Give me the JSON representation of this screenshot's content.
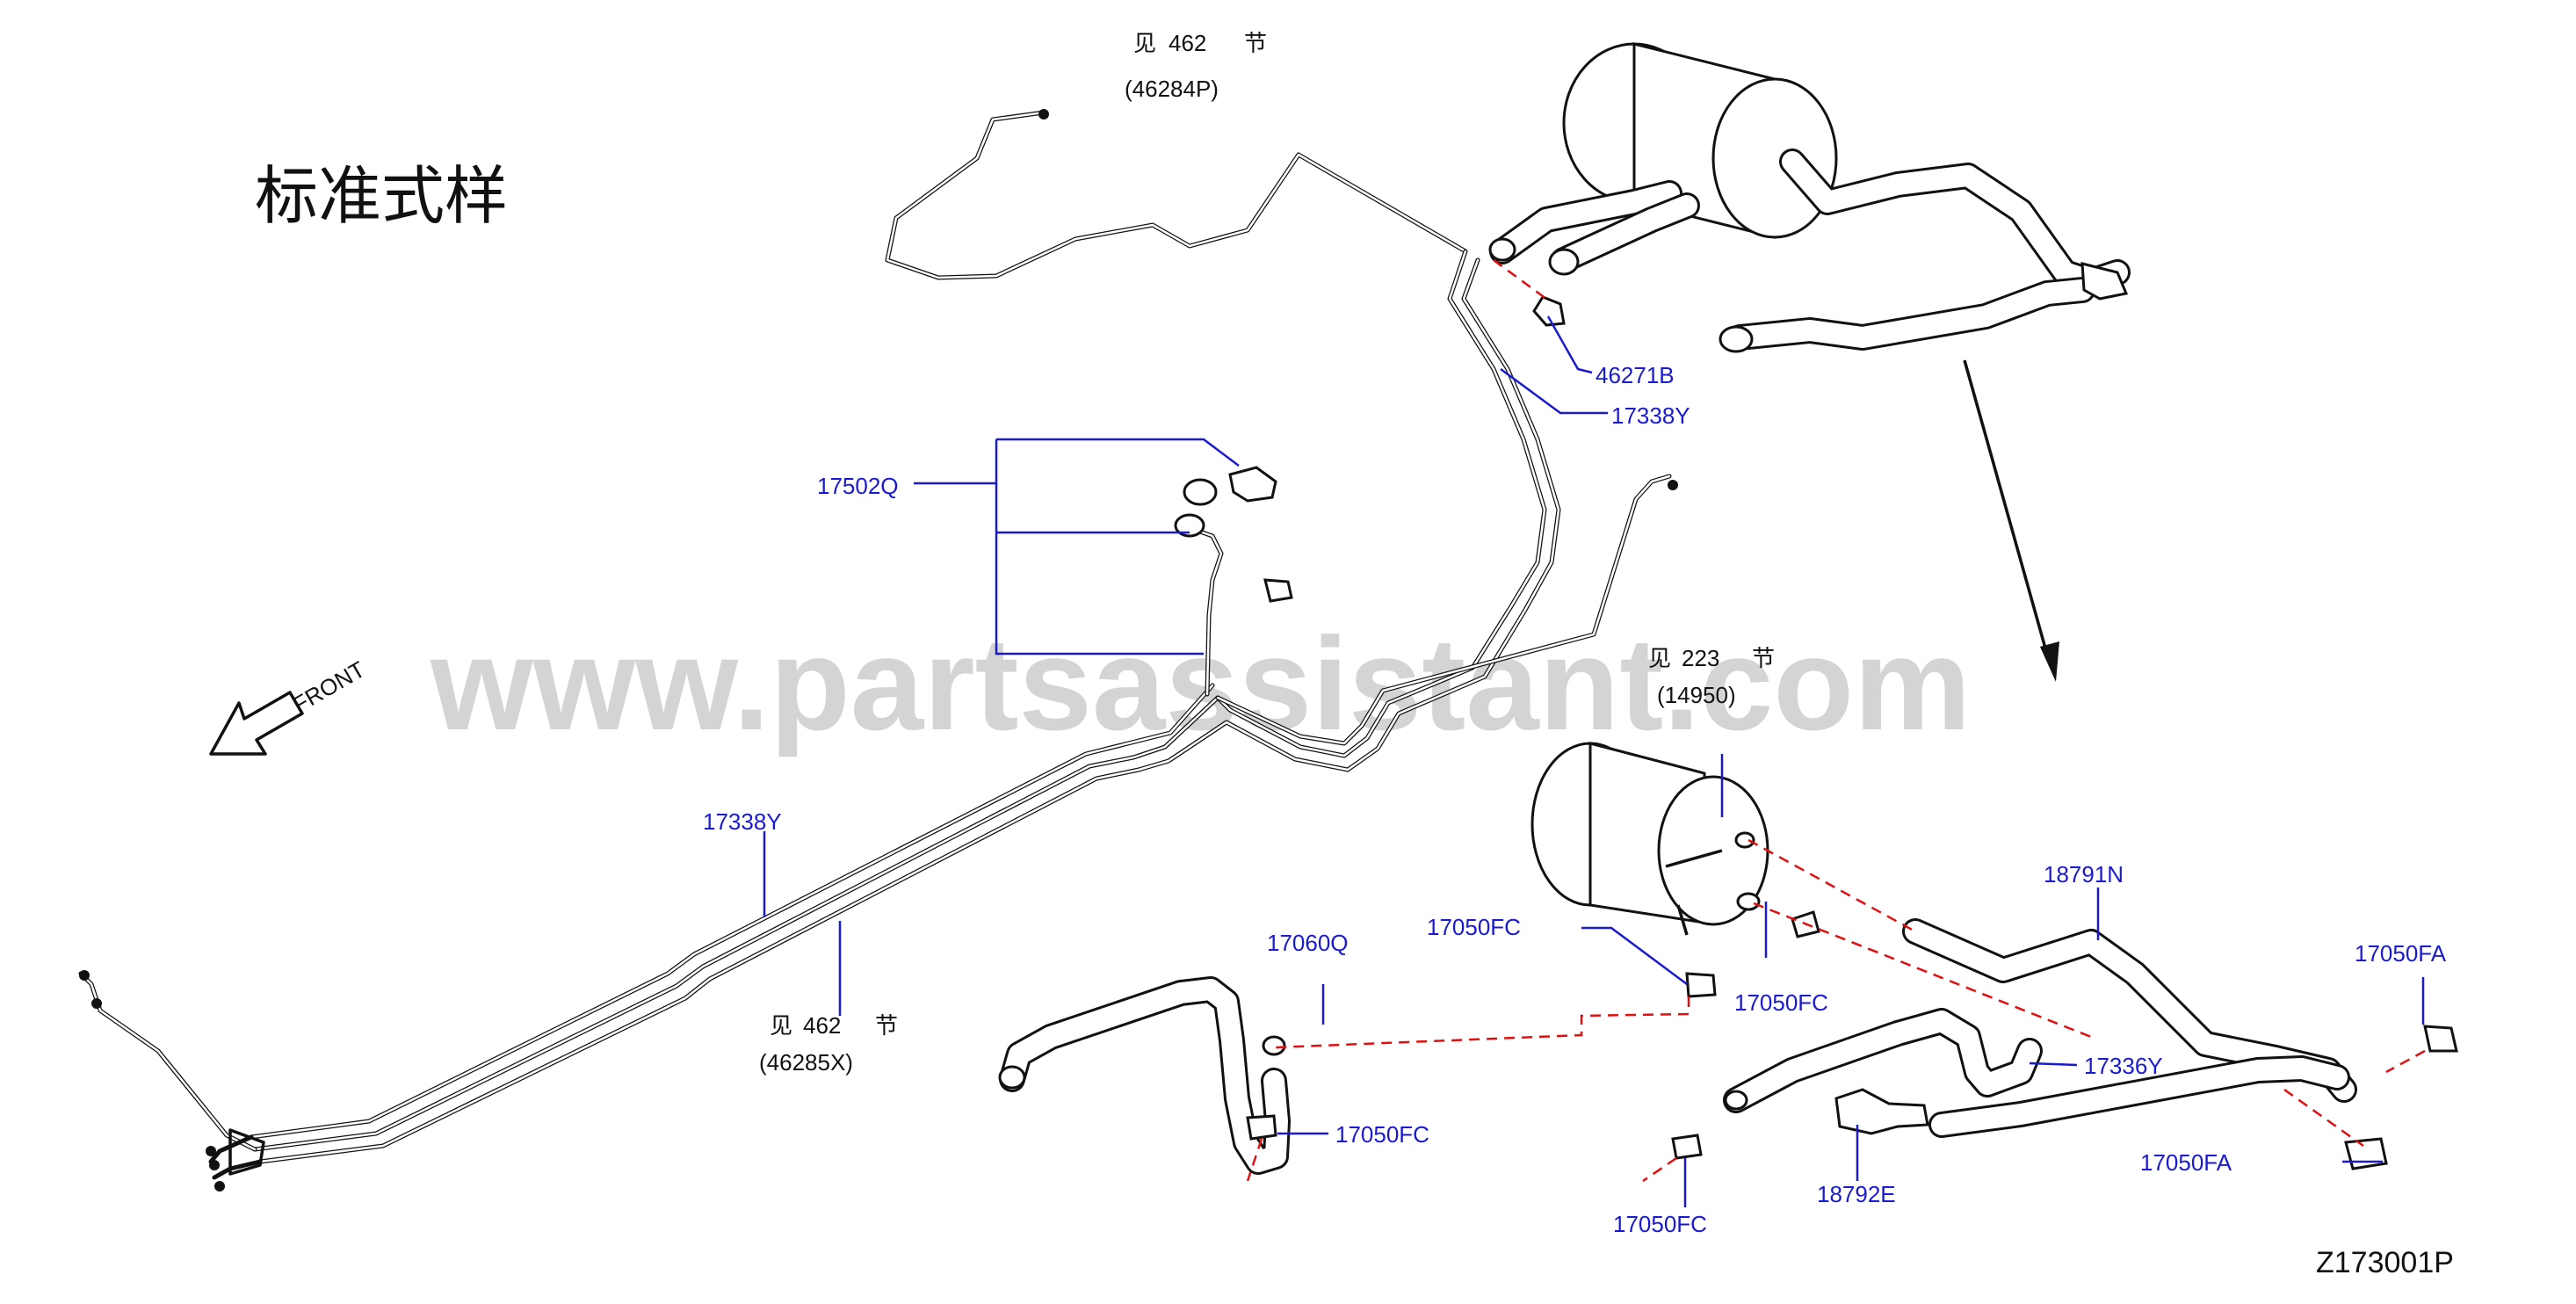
{
  "title": "标准式样",
  "watermark": "www.partsassistant.com",
  "front_label": "FRONT",
  "figure_id": "Z173001P",
  "references": [
    {
      "see": "见",
      "num": "462",
      "sec": "节",
      "code": "(46284P)"
    },
    {
      "see": "见",
      "num": "223",
      "sec": "节",
      "code": "(14950)"
    },
    {
      "see": "见",
      "num": "462",
      "sec": "节",
      "code": "(46285X)"
    }
  ],
  "callouts": [
    "46271B",
    "17338Y",
    "17502Q",
    "17338Y",
    "18791N",
    "17050FC",
    "17060Q",
    "17050FC",
    "17050FA",
    "17336Y",
    "17050FC",
    "17050FA",
    "18792E",
    "17050FC"
  ],
  "colors": {
    "callout": "#1a1ad0",
    "dashed_line": "#e01010",
    "line": "#111111",
    "watermark": "#d4d4d4"
  }
}
